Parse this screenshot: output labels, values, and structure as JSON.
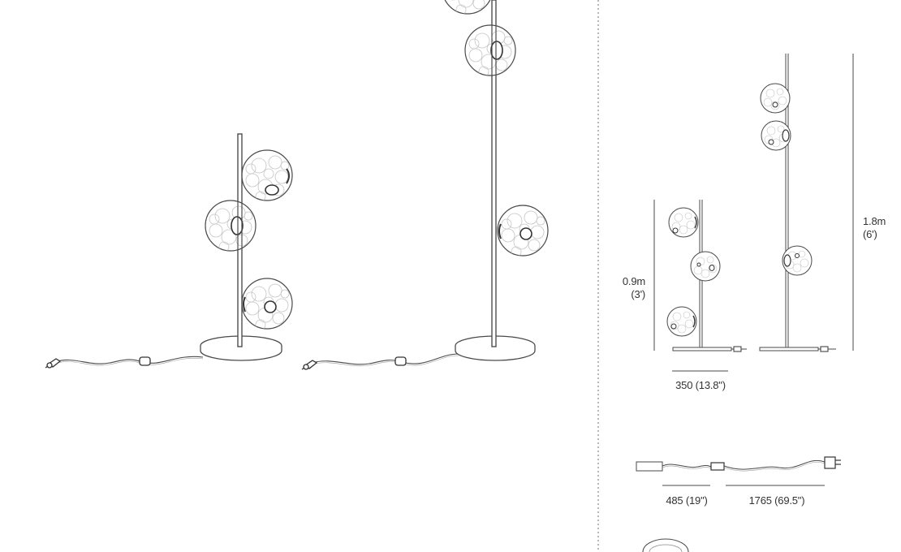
{
  "colors": {
    "line": "#4a4a4a",
    "divider": "#8a8a8a",
    "text": "#333333",
    "background": "#ffffff"
  },
  "dimensions": {
    "small_height": "0.9m",
    "small_height_imperial": "(3')",
    "tall_height": "1.8m",
    "tall_height_imperial": "(6')",
    "base_width": "350 (13.8\")",
    "cord_to_switch": "485 (19\")",
    "cord_to_plug": "1765 (69.5\")"
  }
}
